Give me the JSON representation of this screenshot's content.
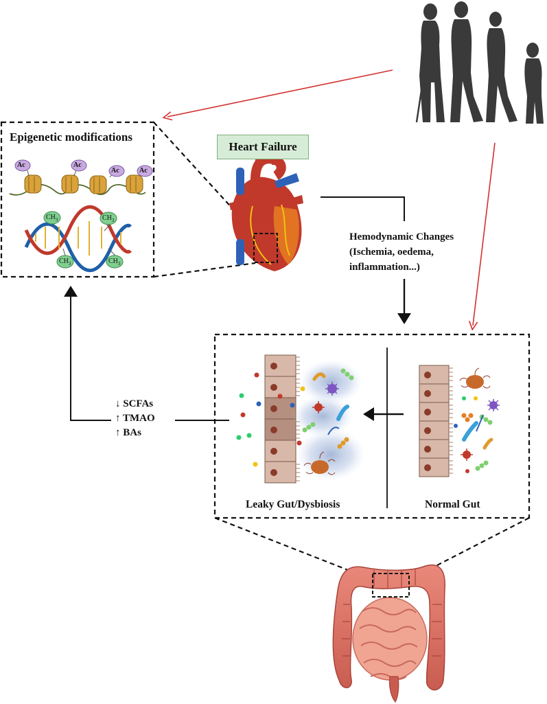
{
  "labels": {
    "epigenetic_title": "Epigenetic modifications",
    "heart_failure": "Heart Failure",
    "hemodynamic_line1": "Hemodynamic Changes",
    "hemodynamic_line2": "(Ischemia, oedema,",
    "hemodynamic_line3": "inflammation...)",
    "leaky_gut": "Leaky Gut/Dysbiosis",
    "normal_gut": "Normal Gut"
  },
  "markers": [
    {
      "arrow": "↓",
      "text": "SCFAs"
    },
    {
      "arrow": "↑",
      "text": "TMAO"
    },
    {
      "arrow": "↑",
      "text": "BAs"
    }
  ],
  "glyphs": {
    "acetyl": "Ac",
    "methyl": "CH",
    "methyl_sub": "3"
  },
  "colors": {
    "red_arrow": "#d32f2f",
    "black_arrow": "#111111",
    "hf_box_bg": "#d7ecd7",
    "epithelial_cell": "#d8b8a8",
    "nucleus": "#8a3b2a",
    "intestine": "#e07a6e"
  }
}
